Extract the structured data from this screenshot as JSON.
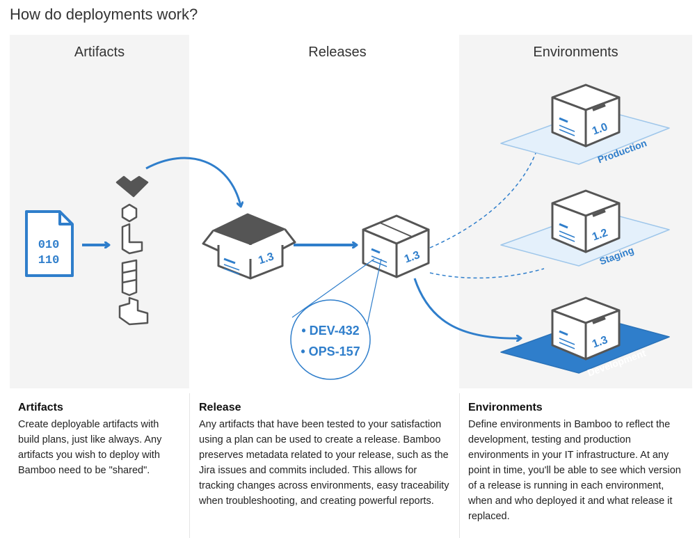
{
  "page": {
    "title": "How do deployments work?"
  },
  "columns": {
    "artifacts": "Artifacts",
    "releases": "Releases",
    "environments": "Environments"
  },
  "artifact_file": {
    "line1": "010",
    "line2": "110"
  },
  "release_box": {
    "version": "1.3"
  },
  "deployed_box": {
    "version": "1.3"
  },
  "issues": [
    "• DEV-432",
    "• OPS-157"
  ],
  "environments": [
    {
      "name": "Production",
      "version": "1.0"
    },
    {
      "name": "Staging",
      "version": "1.2"
    },
    {
      "name": "Development",
      "version": "1.3"
    }
  ],
  "descriptions": {
    "artifacts": {
      "heading": "Artifacts",
      "text": "Create deployable artifacts with build plans, just like always. Any artifacts you wish to deploy with Bamboo need to be \"shared\"."
    },
    "release": {
      "heading": "Release",
      "text": "Any artifacts that have been tested to your satisfaction using a plan can be used to create a release. Bamboo preserves metadata related to your release, such as the Jira issues and commits included. This allows for tracking changes across environments, easy traceability when troubleshooting, and creating powerful reports."
    },
    "environments": {
      "heading": "Environments",
      "text": "Define environments in Bamboo to reflect the development, testing and production environments in your IT infrastructure. At any point in time, you'll be able to see which version of a release is running in each environment, when and who deployed it and what release it replaced."
    }
  },
  "colors": {
    "accent": "#2f7ecb",
    "box_stroke": "#555555",
    "panel_bg": "#f4f4f4",
    "platform_light": "#e4f0fb",
    "platform_dark": "#2f7ecb"
  }
}
